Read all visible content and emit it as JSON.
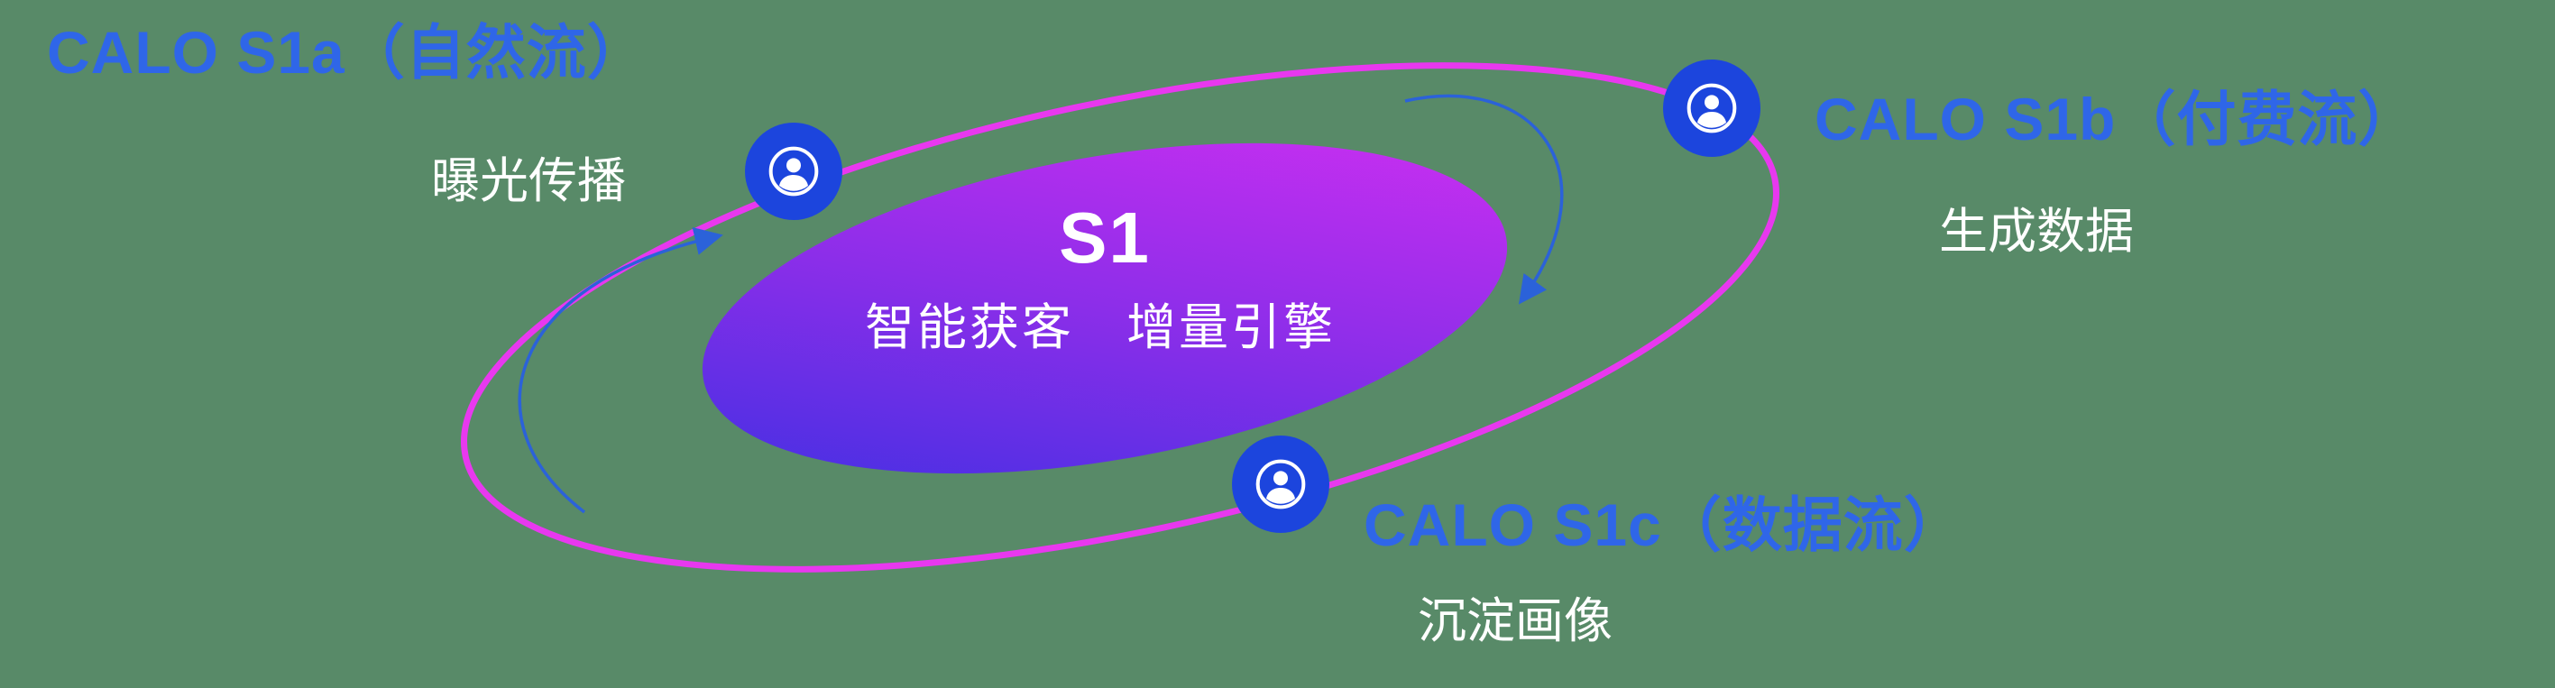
{
  "diagram": {
    "center": {
      "title": "S1",
      "subtitle": "智能获客　增量引擎"
    },
    "nodes": [
      {
        "id": "s1a",
        "title": "CALO S1a（自然流）",
        "subtitle": "曝光传播",
        "icon": "person-in-circle"
      },
      {
        "id": "s1b",
        "title": "CALO S1b（付费流）",
        "subtitle": "生成数据",
        "icon": "person-in-circle"
      },
      {
        "id": "s1c",
        "title": "CALO S1c（数据流）",
        "subtitle": "沉淀画像",
        "icon": "person-in-circle"
      }
    ],
    "colors": {
      "background_green": "#588a68",
      "title_blue": "#2f66e8",
      "orbit_magenta": "#e838ef",
      "node_blue": "#1c45dd",
      "gradient_start_blue": "#3a30e2",
      "gradient_mid_purple": "#8c2ee9",
      "gradient_end_magenta": "#d52ff2",
      "arrow_blue": "#2b62d9",
      "text_white": "#ffffff"
    }
  }
}
